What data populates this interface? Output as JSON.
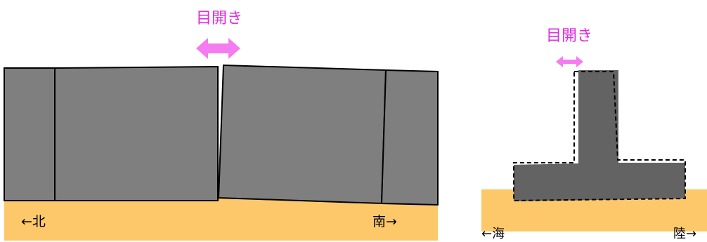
{
  "left_panel": {
    "gap_label": "目開き",
    "north_label": "←北",
    "south_label": "南→"
  },
  "right_panel": {
    "gap_label": "目開き",
    "sea_label": "←海",
    "land_label": "陸→"
  },
  "colors": {
    "block": "#7f7f7f",
    "block_dark": "#636363",
    "ground": "#fdc86a",
    "arrow": "#f47cf0",
    "label_pink": "#e02be0",
    "outline": "#000000"
  }
}
